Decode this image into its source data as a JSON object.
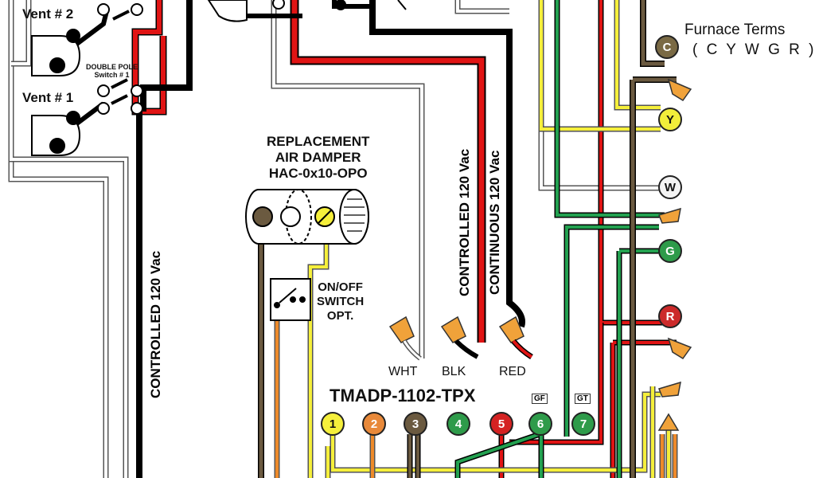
{
  "labels": {
    "vent2": "Vent # 2",
    "vent1": "Vent # 1",
    "switch_line1": "DOUBLE POLE",
    "switch_line2": "Switch # 1",
    "damper_line1": "REPLACEMENT",
    "damper_line2": "AIR DAMPER",
    "damper_line3": "HAC-0x10-OPO",
    "onoff_line1": "ON/OFF",
    "onoff_line2": "SWITCH",
    "onoff_line3": "OPT.",
    "controlled_left": "CONTROLLED 120 Vac",
    "controlled_mid": "CONTROLLED 120 Vac",
    "continuous": "CONTINUOUS 120 Vac",
    "wht": "WHT",
    "blk": "BLK",
    "red": "RED",
    "model": "TMADP-1102-TPX",
    "gf": "GF",
    "gt": "GT",
    "furnace_title": "Furnace Terms",
    "furnace_sub": "( C Y W G R )"
  },
  "furnace_terminals": [
    {
      "label": "C",
      "color": "#7a6a45",
      "text_color": "#ffffff"
    },
    {
      "label": "Y",
      "color": "#f2ee3a",
      "text_color": "#111111"
    },
    {
      "label": "W",
      "color": "#f4f4f4",
      "text_color": "#111111"
    },
    {
      "label": "G",
      "color": "#2e9b4a",
      "text_color": "#ffffff"
    },
    {
      "label": "R",
      "color": "#cc2a2a",
      "text_color": "#ffffff"
    }
  ],
  "board_terminals": [
    {
      "label": "1",
      "color": "#f5ef3b",
      "text_color": "#111111"
    },
    {
      "label": "2",
      "color": "#e8893a",
      "text_color": "#ffffff"
    },
    {
      "label": "3",
      "color": "#6b5a40",
      "text_color": "#ffffff"
    },
    {
      "label": "4",
      "color": "#2e9b4a",
      "text_color": "#ffffff"
    },
    {
      "label": "5",
      "color": "#d42222",
      "text_color": "#ffffff"
    },
    {
      "label": "6",
      "color": "#2e9b4a",
      "text_color": "#ffffff"
    },
    {
      "label": "7",
      "color": "#2e9b4a",
      "text_color": "#ffffff"
    }
  ],
  "colors": {
    "black": "#000000",
    "red": "#e01414",
    "yellow": "#f5ef3b",
    "green": "#23a150",
    "brown": "#6b5a40",
    "orange": "#ee8a2a",
    "white_wire": "#ffffff",
    "wire_outline": "#555555"
  }
}
